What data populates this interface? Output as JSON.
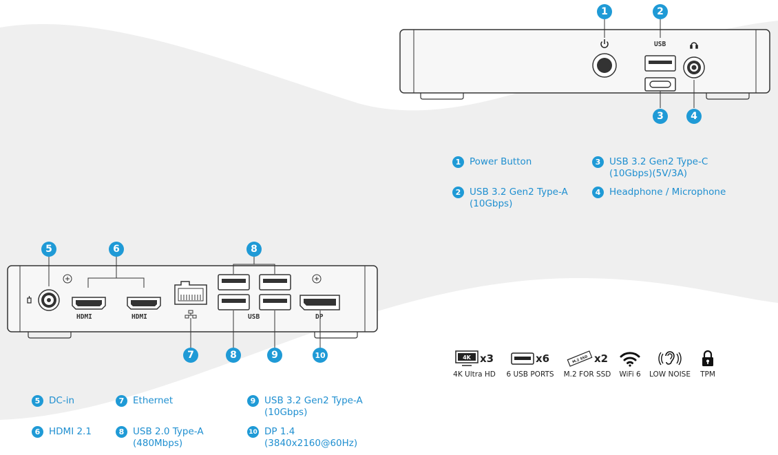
{
  "front_panel": {
    "usb_label": "USB",
    "callouts": [
      "1",
      "2",
      "3",
      "4"
    ]
  },
  "front_legend": [
    {
      "num": "1",
      "text": "Power Button"
    },
    {
      "num": "2",
      "text": "USB 3.2 Gen2 Type-A\n(10Gbps)"
    },
    {
      "num": "3",
      "text": "USB 3.2 Gen2 Type-C\n(10Gbps)(5V/3A)"
    },
    {
      "num": "4",
      "text": "Headphone / Microphone"
    }
  ],
  "rear_panel": {
    "hdmi_label_1": "HDMI",
    "hdmi_label_2": "HDMI",
    "usb_label": "USB",
    "dp_label": "DP",
    "callouts": [
      "5",
      "6",
      "7",
      "8",
      "8",
      "9",
      "10"
    ]
  },
  "rear_legend": [
    {
      "num": "5",
      "text": "DC-in"
    },
    {
      "num": "6",
      "text": "HDMI 2.1"
    },
    {
      "num": "7",
      "text": "Ethernet"
    },
    {
      "num": "8",
      "text": "USB 2.0 Type-A\n(480Mbps)"
    },
    {
      "num": "9",
      "text": "USB 3.2 Gen2 Type-A\n(10Gbps)"
    },
    {
      "num": "10",
      "text": "DP 1.4\n(3840x2160@60Hz)"
    }
  ],
  "features": [
    {
      "icon": "4k-monitor-icon",
      "badge": "4K",
      "count": "x3",
      "label": "4K Ultra HD"
    },
    {
      "icon": "usb-port-icon",
      "count": "x6",
      "label": "6 USB PORTS"
    },
    {
      "icon": "m2-ssd-icon",
      "badge": "M.2 SSD",
      "count": "x2",
      "label": "M.2 FOR SSD"
    },
    {
      "icon": "wifi-icon",
      "label": "WiFi 6"
    },
    {
      "icon": "quiet-ear-icon",
      "label": "LOW NOISE"
    },
    {
      "icon": "lock-icon",
      "label": "TPM"
    }
  ],
  "colors": {
    "accent": "#1f9ad6",
    "background": "#efefef",
    "wave": "#ffffff",
    "ink": "#333333"
  }
}
